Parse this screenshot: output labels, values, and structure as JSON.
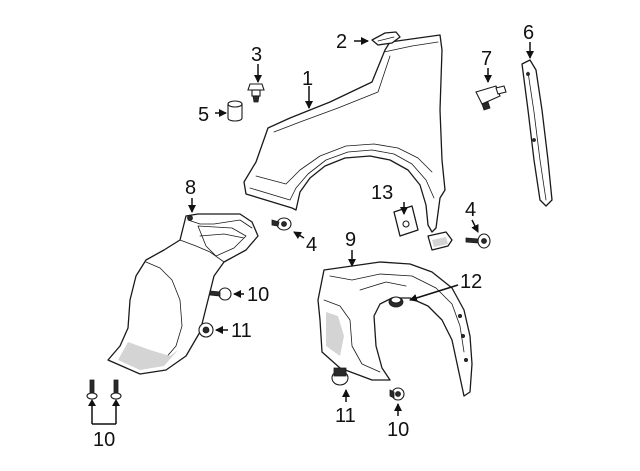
{
  "diagram": {
    "callouts": {
      "c1": "1",
      "c2": "2",
      "c3": "3",
      "c4a": "4",
      "c4b": "4",
      "c5": "5",
      "c6": "6",
      "c7": "7",
      "c8": "8",
      "c9": "9",
      "c10a": "10",
      "c10b": "10",
      "c10c": "10",
      "c11a": "11",
      "c11b": "11",
      "c12": "12",
      "c13": "13"
    }
  }
}
